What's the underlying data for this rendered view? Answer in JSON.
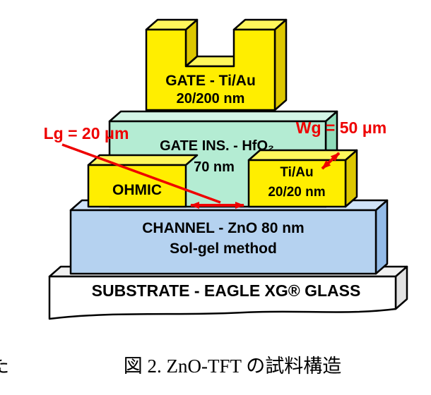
{
  "colors": {
    "yellow_front": "#ffee00",
    "yellow_top": "#fff75c",
    "yellow_side": "#ddc700",
    "green_front": "#b4ecd3",
    "green_top": "#d4f5e6",
    "green_side": "#8fdcba",
    "blue_front": "#b5d2f0",
    "blue_top": "#d0e3f8",
    "blue_side": "#93bbe8",
    "white_front": "#ffffff",
    "white_top": "#f1f1f1",
    "white_side": "#e2e2e2",
    "outline": "#000000",
    "annotation_red": "#ee0000"
  },
  "diagram": {
    "gate": {
      "line1": "GATE - Ti/Au",
      "line2": "20/200 nm"
    },
    "gate_insulator": {
      "line1": "GATE INS. - HfO₂",
      "line2": "70 nm"
    },
    "ohmic_electrode": {
      "label": "OHMIC"
    },
    "drain_electrode": {
      "line1": "Ti/Au",
      "line2": "20/20 nm"
    },
    "channel": {
      "line1": "CHANNEL - ZnO 80 nm",
      "line2": "Sol-gel method"
    },
    "substrate": {
      "label": "SUBSTRATE - EAGLE XG® GLASS"
    },
    "annotations": {
      "gate_length": "Lg = 20 μm",
      "gate_width": "Wg = 50 μm"
    }
  },
  "caption": {
    "text": "図 2.  ZnO-TFT の試料構造",
    "left_fragment": "た"
  }
}
